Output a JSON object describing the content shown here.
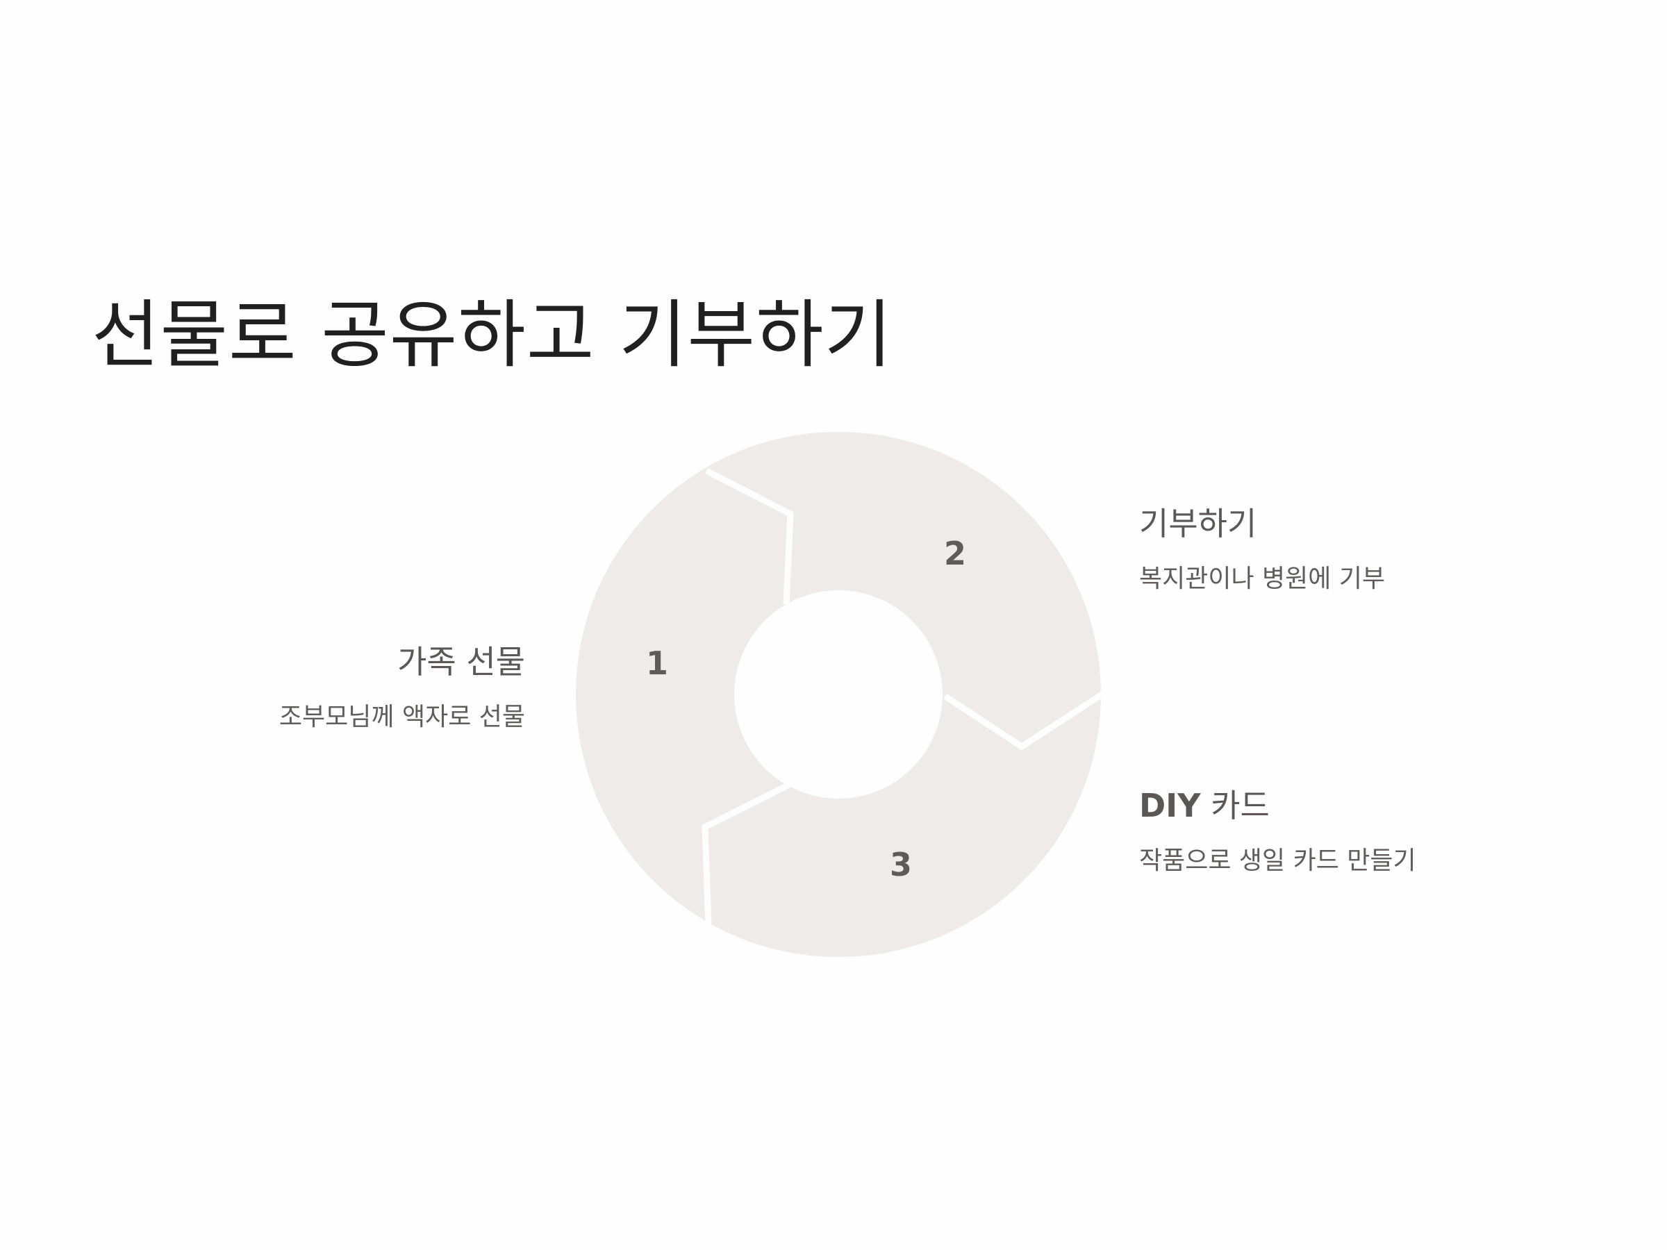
{
  "title": "선물로 공유하고 기부하기",
  "colors": {
    "segment_fill": "#efebea",
    "separator": "#fefefe",
    "background": "#fefefe",
    "title_text": "#202020",
    "label_text": "#5a5756"
  },
  "steps": [
    {
      "number": "1",
      "title": "가족 선물",
      "description": "조부모님께 액자로 선물"
    },
    {
      "number": "2",
      "title": "기부하기",
      "description": "복지관이나 병원에 기부"
    },
    {
      "number": "3",
      "title": "DIY 카드",
      "description": "작품으로 생일 카드 만들기"
    }
  ]
}
